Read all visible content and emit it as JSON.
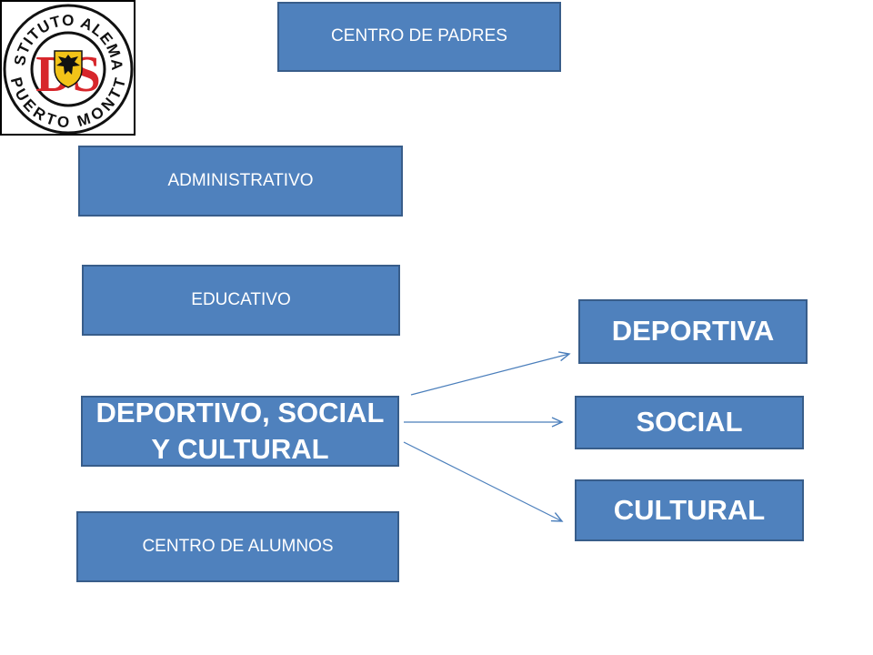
{
  "logo": {
    "ring_top": "INSTITUTO ALEMAN",
    "ring_bottom": "PUERTO MONTT",
    "monogram": "DS",
    "colors": {
      "red": "#d7262b",
      "black": "#111111",
      "gold": "#f2c318"
    }
  },
  "nodes": {
    "centro_padres": "CENTRO DE PADRES",
    "administrativo": "ADMINISTRATIVO",
    "educativo": "EDUCATIVO",
    "deportivo_social_cultural_line1": "DEPORTIVO, SOCIAL",
    "deportivo_social_cultural_line2": "Y CULTURAL",
    "centro_alumnos": "CENTRO DE ALUMNOS",
    "deportiva": "DEPORTIVA",
    "social": "SOCIAL",
    "cultural": "CULTURAL"
  },
  "colors": {
    "box_fill": "#4f81bd",
    "box_border": "#385d8a",
    "arrow": "#4a7ebb"
  }
}
